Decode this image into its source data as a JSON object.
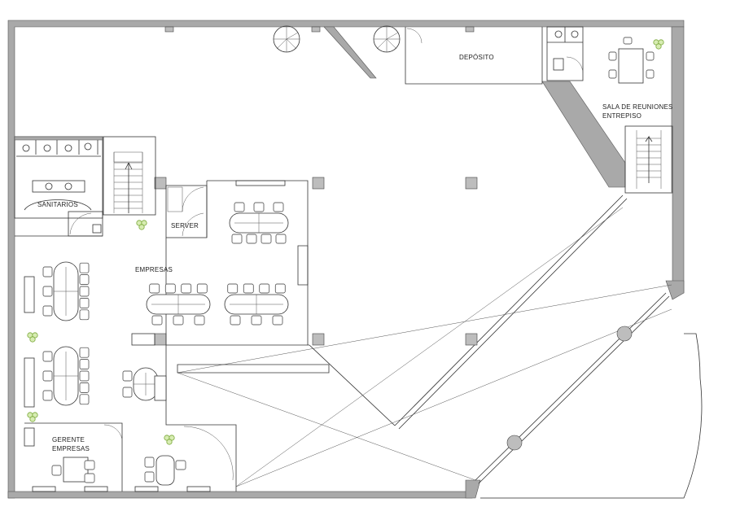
{
  "labels": {
    "deposito": "DEPÓSITO",
    "sala_line1": "SALA DE REUNIONES",
    "sala_line2": "ENTREPISO",
    "sanitarios": "SANITARIOS",
    "server": "SERVER",
    "empresas": "EMPRESAS",
    "gerente_line1": "GERENTE",
    "gerente_line2": "EMPRESAS"
  },
  "colors": {
    "wall": "#a9a9a9",
    "line": "#333333",
    "plant": "#7aa83a",
    "background": "#ffffff"
  }
}
